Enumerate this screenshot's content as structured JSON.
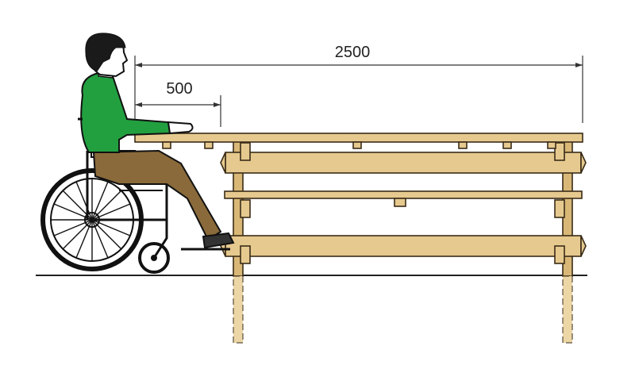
{
  "dimensions": {
    "overall_length": "2500",
    "knee_clearance": "500"
  },
  "colors": {
    "wood": "#e6c98e",
    "wood_dark": "#d9b877",
    "shirt": "#22a040",
    "trousers": "#8a6a3a",
    "hair": "#1a1a1a",
    "skin": "#ffffff",
    "outline": "#111111"
  },
  "icons": [
    "wheelchair-user",
    "picnic-table"
  ]
}
